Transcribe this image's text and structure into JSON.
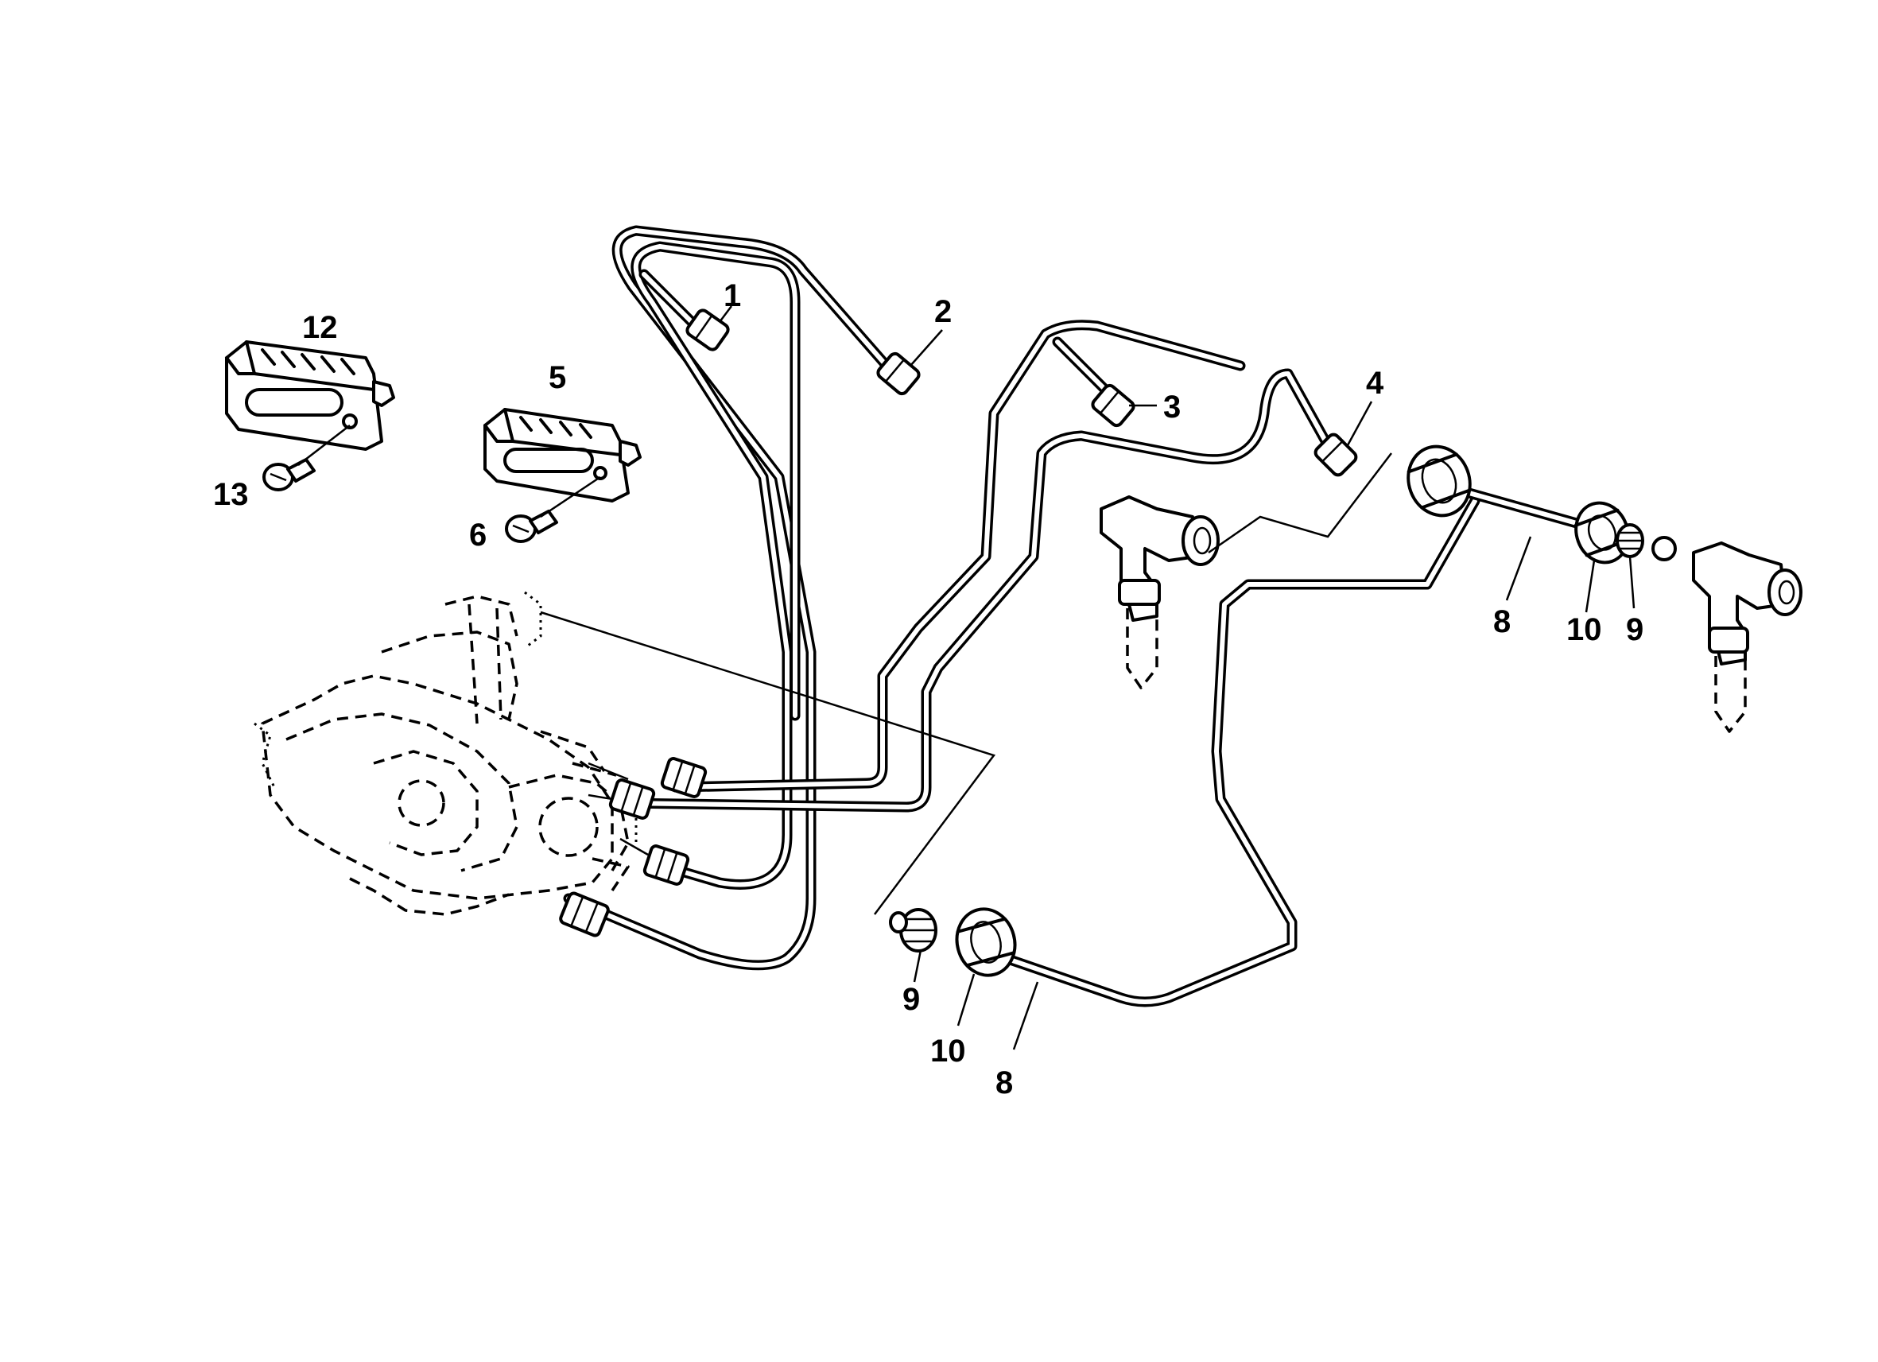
{
  "callouts": {
    "c1": "1",
    "c2": "2",
    "c3": "3",
    "c4": "4",
    "c5": "5",
    "c6": "6",
    "c8a": "8",
    "c8b": "8",
    "c9a": "9",
    "c9b": "9",
    "c10a": "10",
    "c10b": "10",
    "c12": "12",
    "c13": "13"
  },
  "colors": {
    "ink": "#000000",
    "paper": "#ffffff"
  }
}
